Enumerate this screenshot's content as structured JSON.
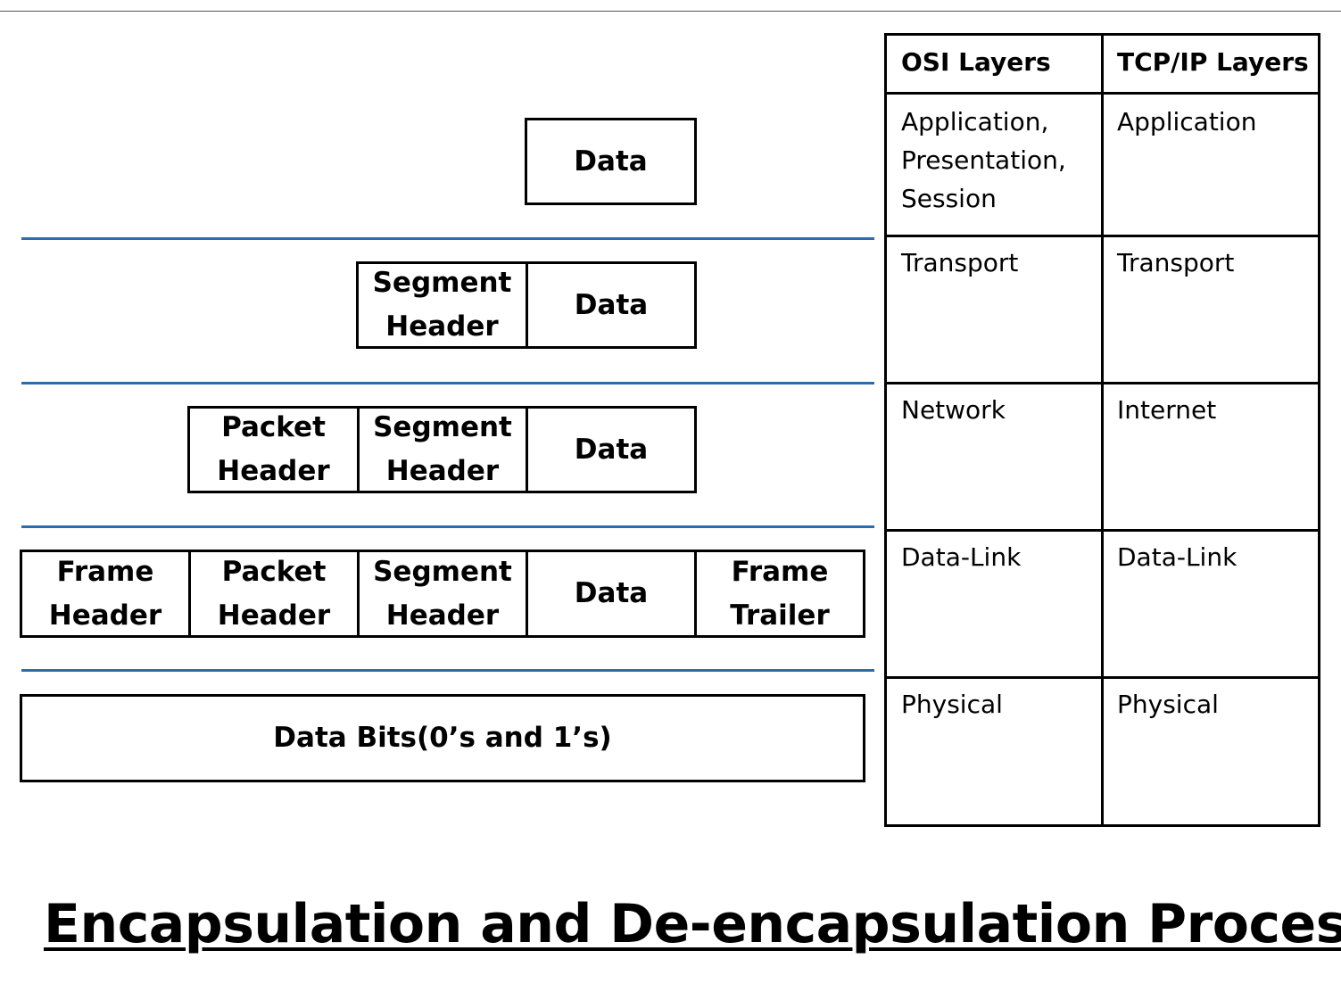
{
  "diagram": {
    "title": "Encapsulation and De-encapsulation Process",
    "colors": {
      "separator": "#2e6ca8",
      "border": "#000000"
    },
    "rows": {
      "application": {
        "data": "Data"
      },
      "transport": {
        "segment_header": "Segment\nHeader",
        "data": "Data"
      },
      "network": {
        "packet_header": "Packet\nHeader",
        "segment_header": "Segment\nHeader",
        "data": "Data"
      },
      "datalink": {
        "frame_header": "Frame\nHeader",
        "packet_header": "Packet\nHeader",
        "segment_header": "Segment\nHeader",
        "data": "Data",
        "frame_trailer": "Frame\nTrailer"
      },
      "physical": {
        "data_bits": "Data Bits(0’s and 1’s)"
      }
    }
  },
  "layers_table": {
    "headers": {
      "osi": "OSI Layers",
      "tcpip": "TCP/IP Layers"
    },
    "rows": [
      {
        "osi": "Application,\nPresentation,\nSession",
        "tcpip": "Application"
      },
      {
        "osi": "Transport",
        "tcpip": "Transport"
      },
      {
        "osi": "Network",
        "tcpip": "Internet"
      },
      {
        "osi": "Data-Link",
        "tcpip": "Data-Link"
      },
      {
        "osi": "Physical",
        "tcpip": "Physical"
      }
    ]
  }
}
